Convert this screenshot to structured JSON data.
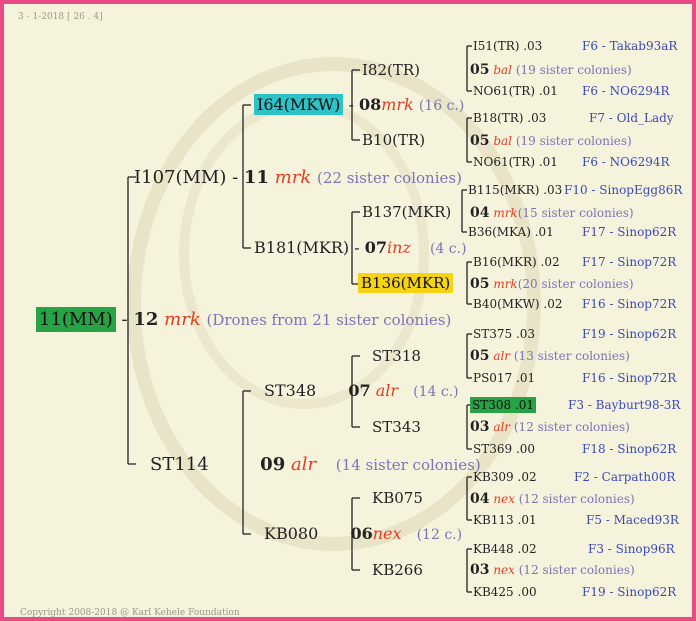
{
  "header": "3 - 1-2018 [ 26 . 4]",
  "copyright": "Copyright 2008-2018 @ Karl Kehele Foundation",
  "colors": {
    "border": "#e84b86",
    "background": "#f6f3dd",
    "mark": "#e53b1f",
    "sister": "#7a73b6",
    "ref": "#3b49b8",
    "green": "#27a345",
    "cyan": "#2ec1c6",
    "yellow": "#f6d314"
  },
  "root": {
    "name": "11(MM)",
    "num": "12",
    "mark": "mrk",
    "note": "(Drones from 21 sister colonies)"
  },
  "sire": {
    "name": "I107(MM)",
    "num": "11",
    "mark": "mrk",
    "note": "(22 sister colonies)"
  },
  "dam": {
    "name": "ST114",
    "num": "09",
    "mark": "alr",
    "note": "(14 sister colonies)"
  },
  "g3": {
    "a": {
      "name": "I64(MKW)",
      "num": "08",
      "mark": "mrk",
      "note": "(16 c.)"
    },
    "b": {
      "name": "B181(MKR)",
      "num": "07",
      "mark": "inz",
      "note": "(4 c.)"
    },
    "c": {
      "name": "ST348",
      "num": "07",
      "mark": "alr",
      "note": "(14 c.)"
    },
    "d": {
      "name": "KB080",
      "num": "06",
      "mark": "nex",
      "note": "(12 c.)"
    }
  },
  "g4": {
    "a1": {
      "name": "I82(TR)",
      "num": "05",
      "mark": "bal",
      "note": "(19 sister colonies)"
    },
    "a2": {
      "name": "B10(TR)",
      "num": "05",
      "mark": "bal",
      "note": "(19 sister colonies)"
    },
    "b1": {
      "name": "B137(MKR)",
      "num": "04",
      "mark": "mrk",
      "note": "(15 sister colonies)"
    },
    "b2": {
      "name": "B136(MKR)",
      "num": "05",
      "mark": "mrk",
      "note": "(20 sister colonies)"
    },
    "c1": {
      "name": "ST318",
      "num": "05",
      "mark": "alr",
      "note": "(13 sister colonies)"
    },
    "c2": {
      "name": "ST343",
      "num": "03",
      "mark": "alr",
      "note": "(12 sister colonies)"
    },
    "d1": {
      "name": "KB075",
      "num": "04",
      "mark": "nex",
      "note": "(12 sister colonies)"
    },
    "d2": {
      "name": "KB266",
      "num": "03",
      "mark": "nex",
      "note": "(12 sister colonies)"
    }
  },
  "leaves": [
    {
      "name": "I51(TR) .03",
      "ref": "F6 - Takab93aR"
    },
    {
      "name": "NO61(TR) .01",
      "ref": "F6 - NO6294R"
    },
    {
      "name": "B18(TR) .03",
      "ref": "F7 - Old_Lady"
    },
    {
      "name": "NO61(TR) .01",
      "ref": "F6 - NO6294R"
    },
    {
      "name": "B115(MKR) .03",
      "ref": "F10 - SinopEgg86R"
    },
    {
      "name": "B36(MKA) .01",
      "ref": "F17 - Sinop62R"
    },
    {
      "name": "B16(MKR) .02",
      "ref": "F17 - Sinop72R"
    },
    {
      "name": "B40(MKW) .02",
      "ref": "F16 - Sinop72R"
    },
    {
      "name": "ST375 .03",
      "ref": "F19 - Sinop62R"
    },
    {
      "name": "PS017 .01",
      "ref": "F16 - Sinop72R"
    },
    {
      "name": "ST308 .01",
      "ref": "F3 - Bayburt98-3R"
    },
    {
      "name": "ST369 .00",
      "ref": "F18 - Sinop62R"
    },
    {
      "name": "KB309 .02",
      "ref": "F2 - Carpath00R"
    },
    {
      "name": "KB113 .01",
      "ref": "F5 - Maced93R"
    },
    {
      "name": "KB448 .02",
      "ref": "F3 - Sinop96R"
    },
    {
      "name": "KB425 .00",
      "ref": "F19 - Sinop62R"
    }
  ]
}
